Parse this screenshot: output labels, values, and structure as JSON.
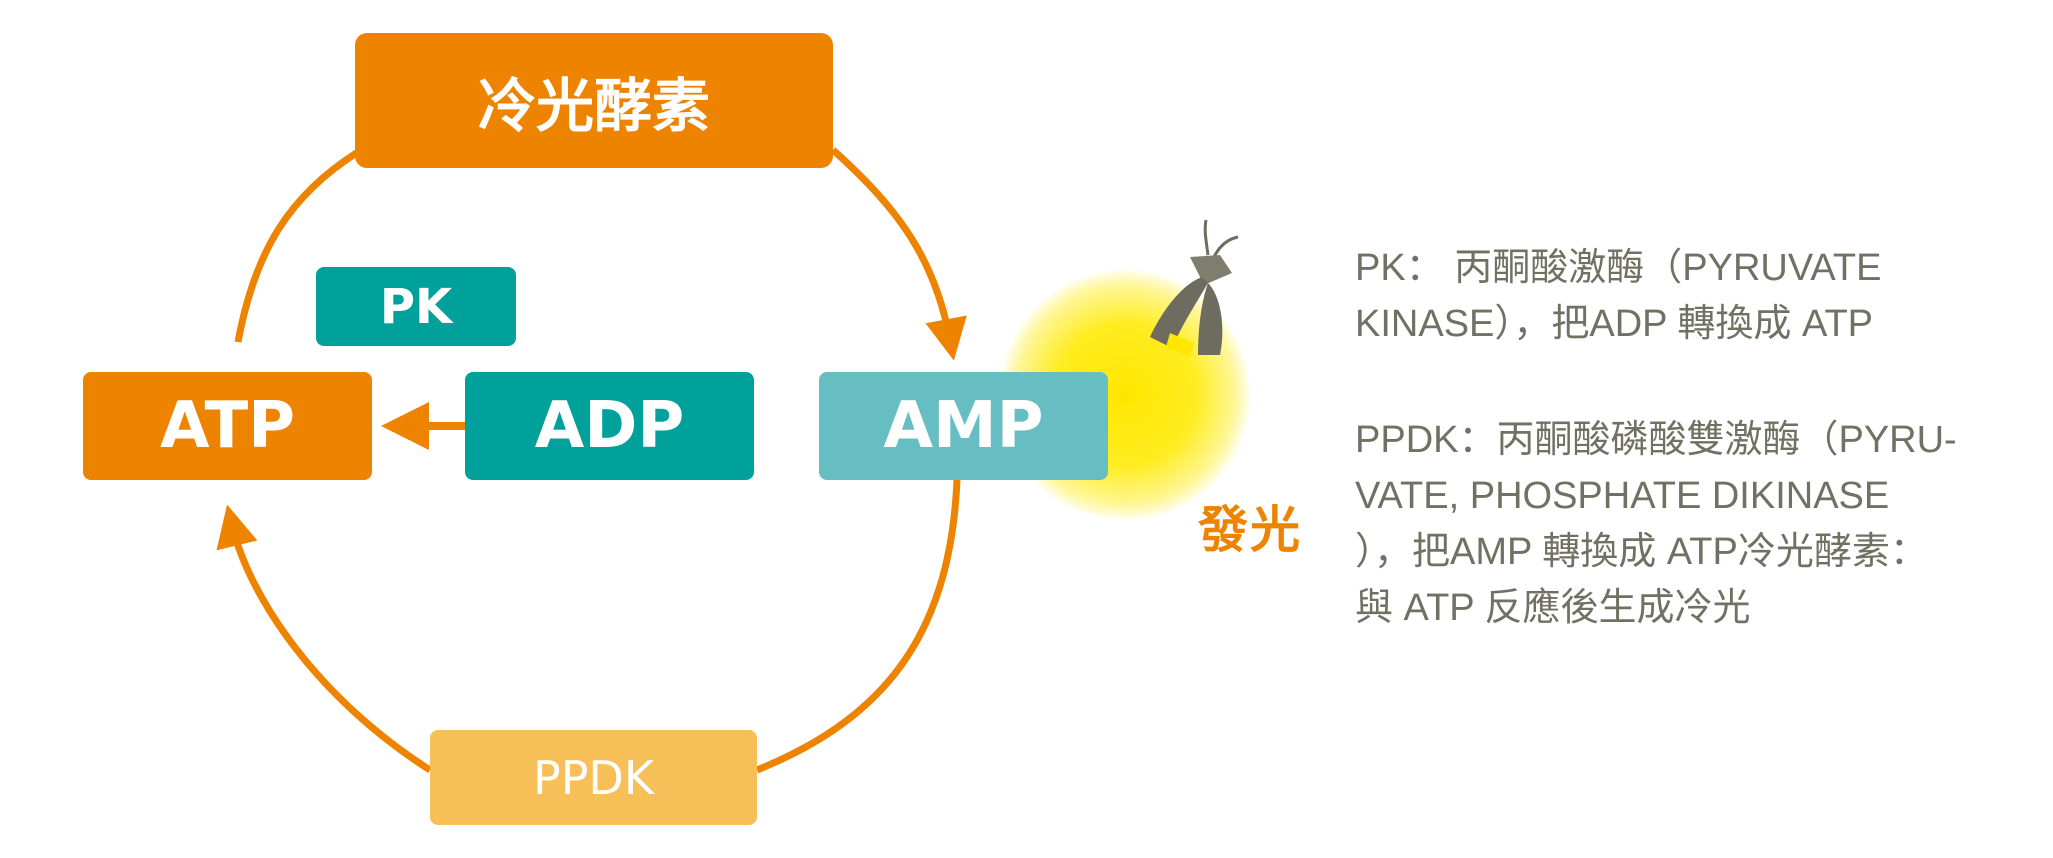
{
  "diagram": {
    "enzyme_box": "冷光酵素",
    "pk_box": "PK",
    "atp_box": "ATP",
    "adp_box": "ADP",
    "amp_box": "AMP",
    "ppdk_box": "PPDK",
    "emit_label": "發光",
    "colors": {
      "orange": "#ee8300",
      "teal": "#00a19a",
      "light_teal": "#67bec2",
      "light_orange": "#f7bf57",
      "glow": "#ffe600",
      "firefly": "#6d6c5e",
      "text": "#717163"
    }
  },
  "descriptions": {
    "pk_line1": "PK： 丙酮酸激酶（PYRUVATE",
    "pk_line2": "KINASE），把ADP 轉換成 ATP",
    "ppdk_line1": "PPDK：丙酮酸磷酸雙激酶（PYRU-",
    "ppdk_line2": "VATE, PHOSPHATE DIKINASE",
    "ppdk_line3": "），把AMP 轉換成 ATP冷光酵素：",
    "ppdk_line4": "與 ATP 反應後生成冷光"
  }
}
